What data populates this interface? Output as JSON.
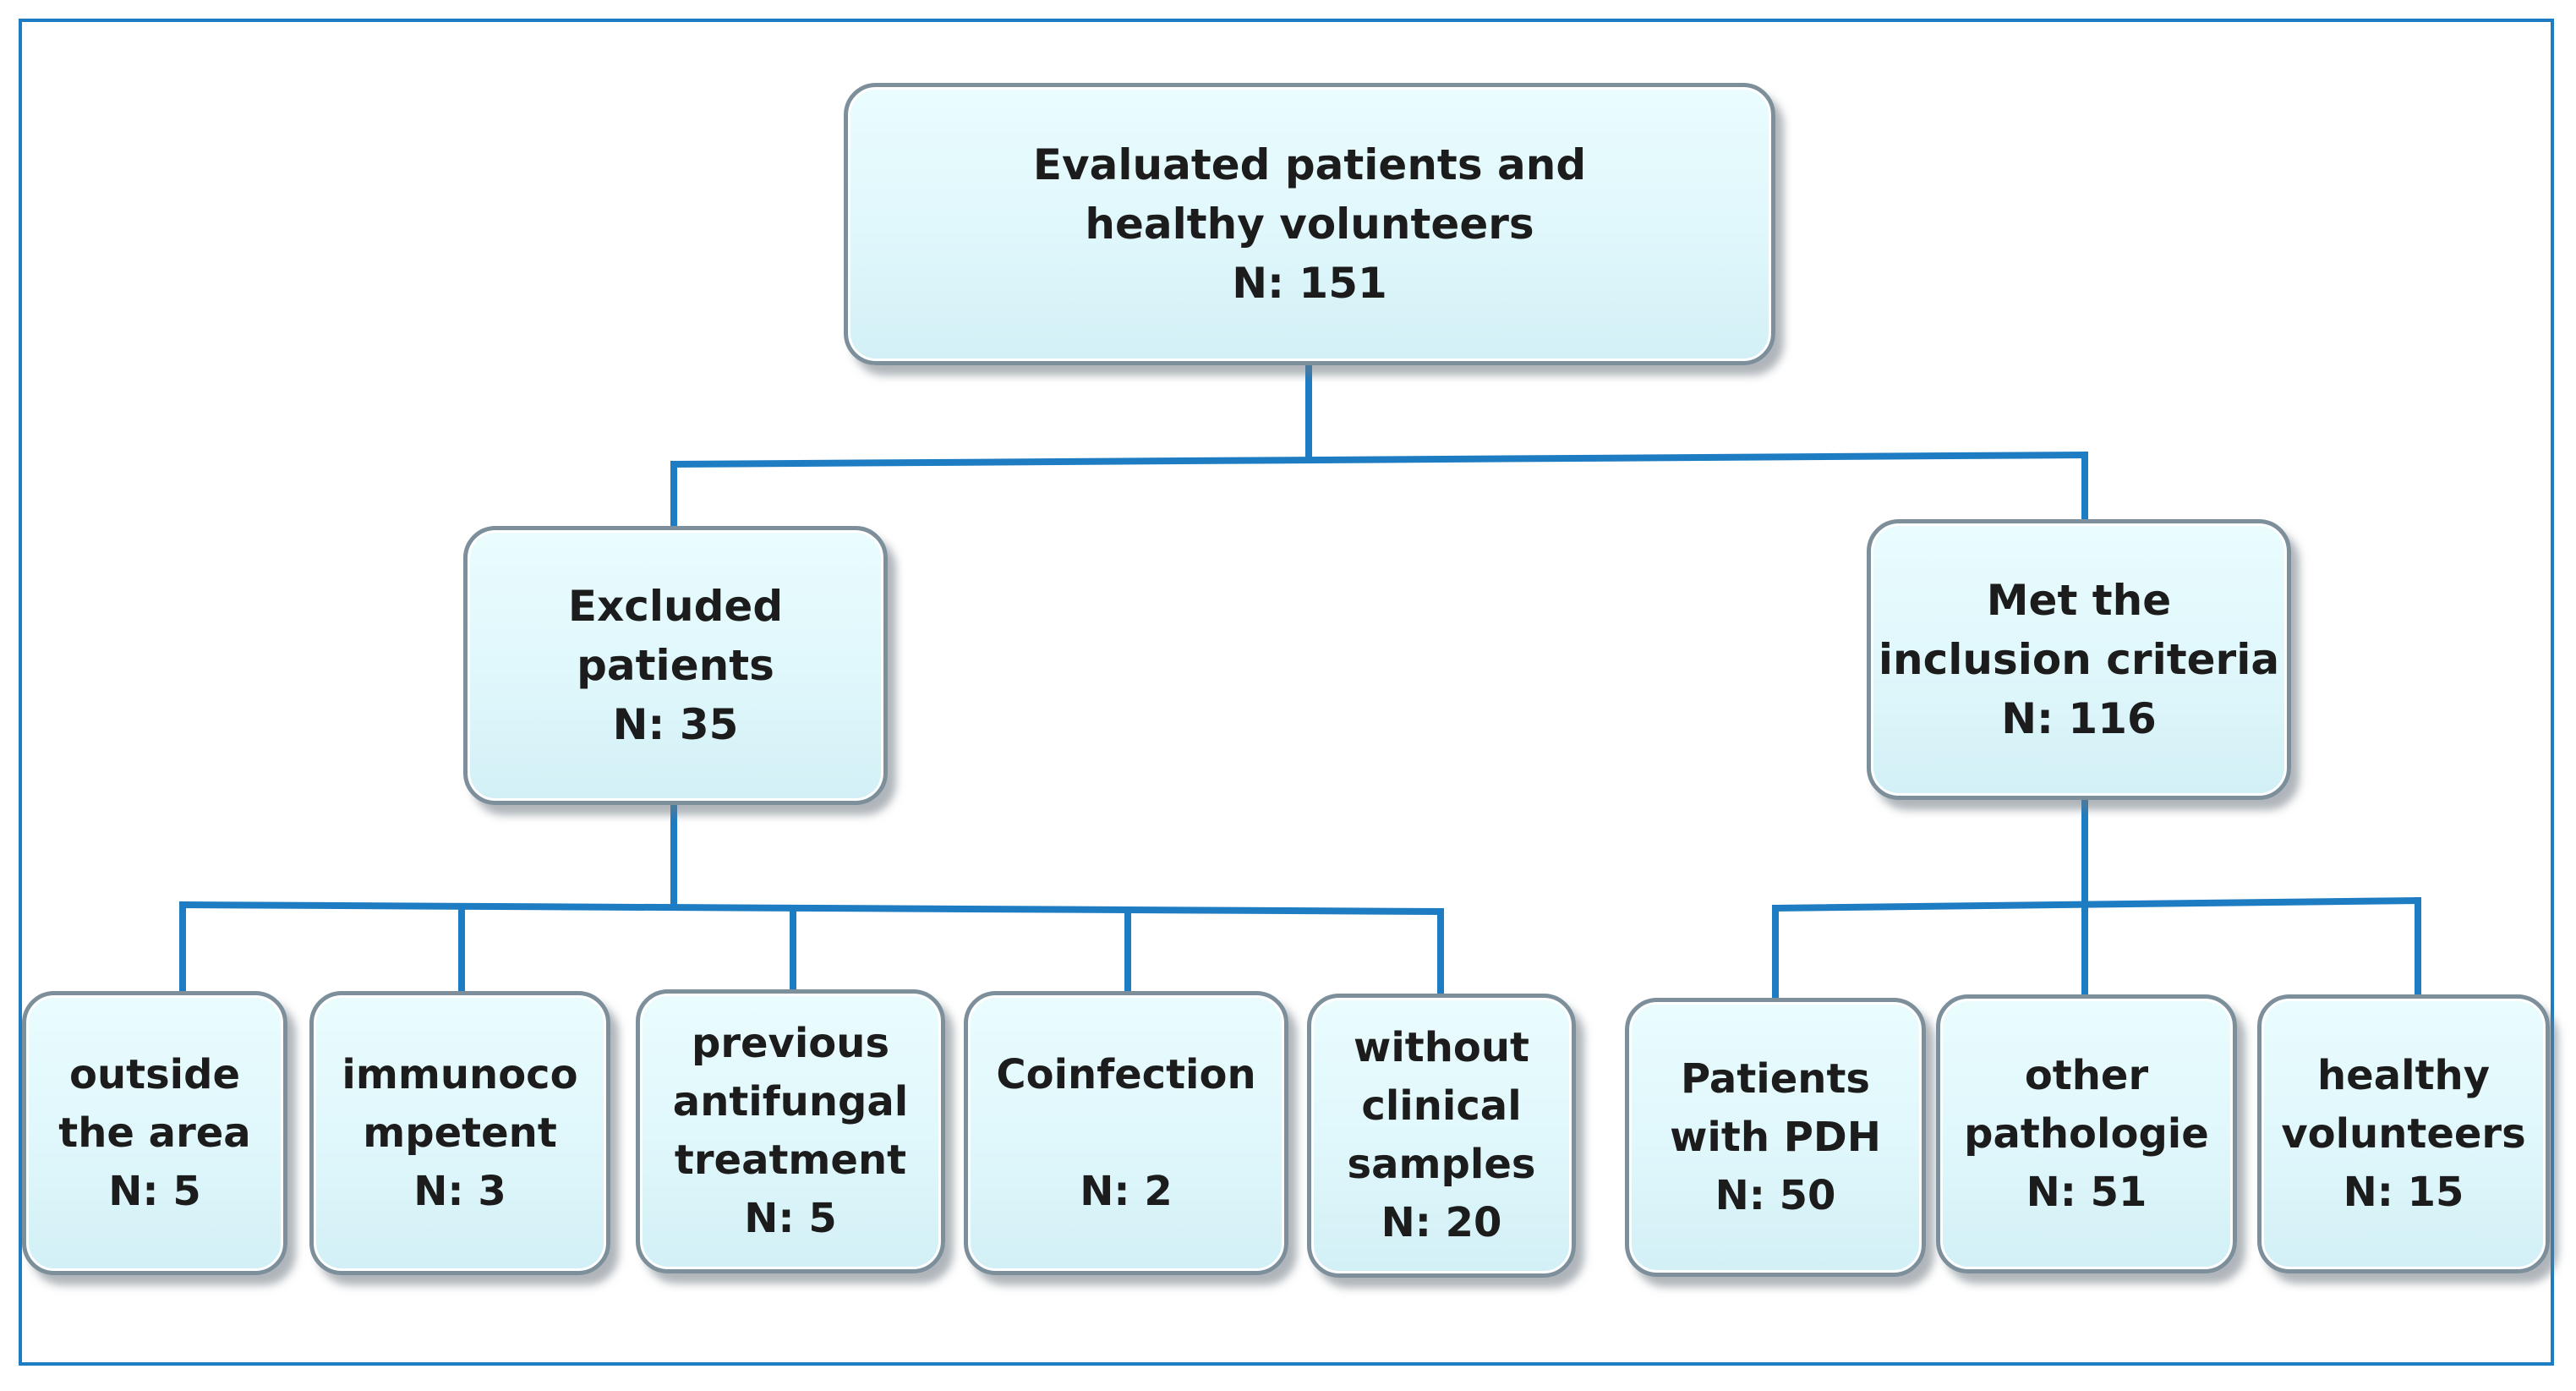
{
  "diagram": {
    "root": {
      "line1": "Evaluated patients and",
      "line2": "healthy volunteers",
      "count": "N: 151"
    },
    "excluded": {
      "line1": "Excluded",
      "line2": "patients",
      "count": "N: 35",
      "children": [
        {
          "lines": [
            "outside",
            "the area"
          ],
          "count": "N: 5"
        },
        {
          "lines": [
            "immunoco",
            "mpetent"
          ],
          "count": "N: 3"
        },
        {
          "lines": [
            "previous",
            "antifungal",
            "treatment"
          ],
          "count": "N: 5"
        },
        {
          "lines": [
            "Coinfection",
            ""
          ],
          "count": "N: 2"
        },
        {
          "lines": [
            "without",
            "clinical",
            "samples"
          ],
          "count": "N: 20"
        }
      ]
    },
    "included": {
      "line1": "Met the",
      "line2": "inclusion criteria",
      "count": "N: 116",
      "children": [
        {
          "lines": [
            "Patients",
            "with PDH"
          ],
          "count": "N: 50"
        },
        {
          "lines": [
            "other",
            "pathologie"
          ],
          "count": "N: 51"
        },
        {
          "lines": [
            "healthy",
            "volunteers"
          ],
          "count": "N: 15"
        }
      ]
    },
    "colors": {
      "connector": "#1e7cc2",
      "frame": "#1e7cc2",
      "box_fill": "#dff7fb",
      "box_border": "#7d8f9a"
    }
  }
}
